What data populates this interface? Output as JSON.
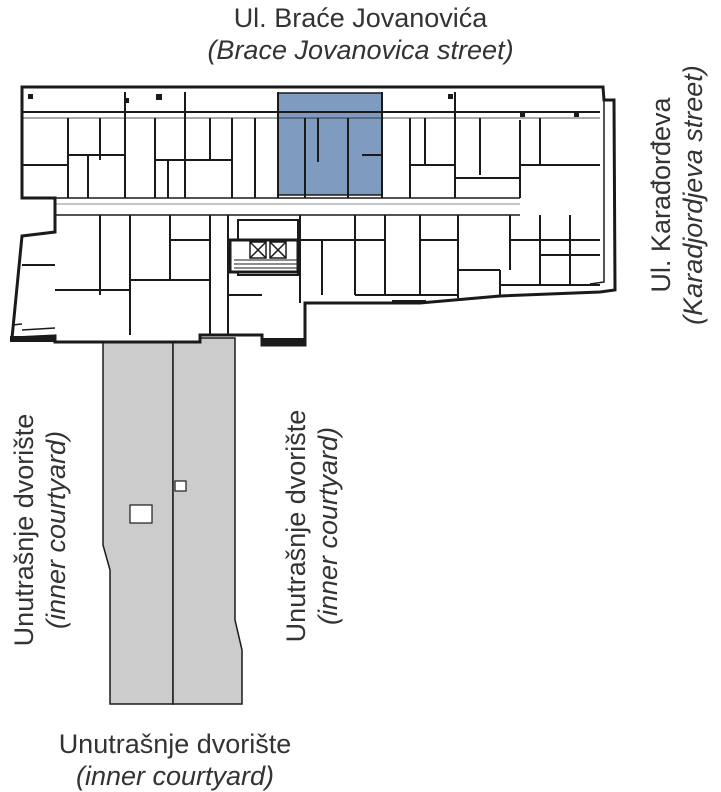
{
  "labels": {
    "top_street": {
      "main": "Ul. Braće Jovanovića",
      "sub": "(Brace Jovanovica street)"
    },
    "right_street": {
      "main": "Ul. Karađorđeva",
      "sub": "(Karadjordjeva street)"
    },
    "courtyard_left": {
      "main": "Unutrašnje dvorište",
      "sub": "(inner courtyard)"
    },
    "courtyard_middle": {
      "main": "Unutrašnje dvorište",
      "sub": "(inner courtyard)"
    },
    "courtyard_bottom": {
      "main": "Unutrašnje dvorište",
      "sub": "(inner courtyard)"
    }
  },
  "colors": {
    "highlighted_unit": "#7f9cc0",
    "courtyard_fill": "#cccccc",
    "wall": "#1a1a1a",
    "text": "#333333"
  }
}
